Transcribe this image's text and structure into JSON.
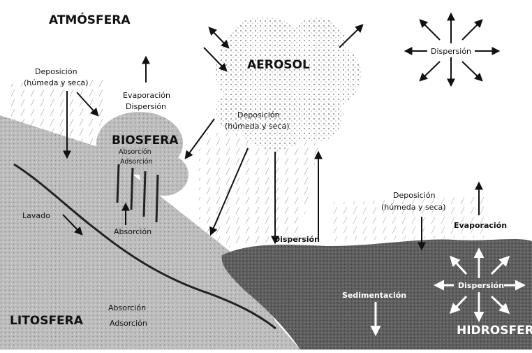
{
  "labels": {
    "atmosfera": "ATMÓSFERA",
    "aerosol": "AEROSOL",
    "biosfera": "BIOSFERA",
    "biosfera_sub1": "Absorción",
    "biosfera_sub2": "Adsorción",
    "litosfera": "LITOSFERA",
    "hidrosfera": "HIDROSFERA",
    "deposicion_left_1": "Deposición",
    "deposicion_left_2": "(húmeda y seca)",
    "evaporacion_disp_1": "Evaporación",
    "evaporacion_disp_2": "Dispersión",
    "deposicion_center_1": "Deposición",
    "deposicion_center_2": "(húmeda y seca)",
    "dispersion_top": "Dispersión",
    "lavado": "Lavado",
    "absorcion_root": "Absorción",
    "dispersion_center": "Dispersión",
    "deposicion_right_1": "Deposición",
    "deposicion_right_2": "(húmeda y seca)",
    "evaporacion_right": "Evaporación",
    "dispersion_water": "Dispersión",
    "sedimentacion": "Sedimentación",
    "absorcion_soil": "Absorción",
    "adsorcion_soil": "Adsorción"
  }
}
